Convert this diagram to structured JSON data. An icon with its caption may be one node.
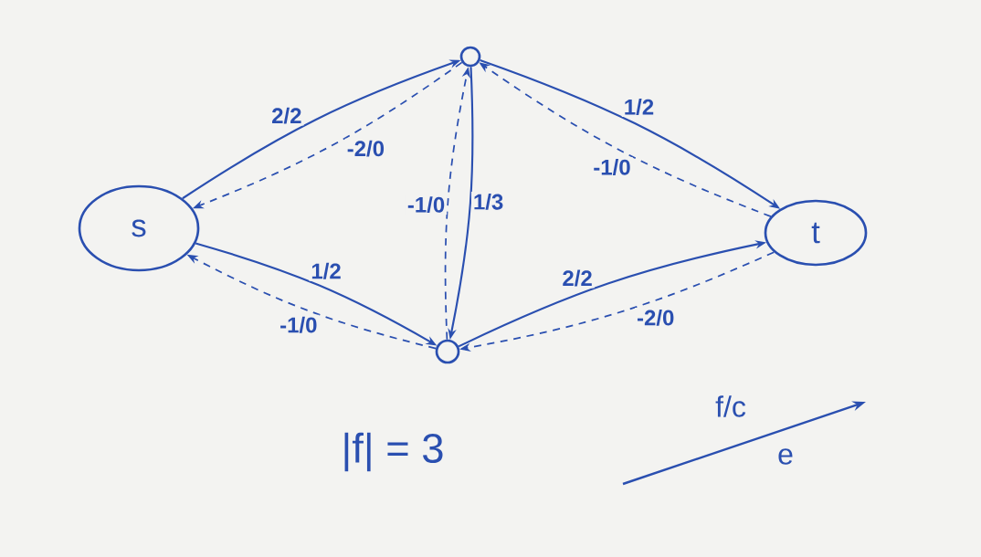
{
  "diagram": {
    "nodes": [
      {
        "text": [
          "s"
        ]
      },
      {
        "text": [],
        "shape": "circle"
      },
      {
        "text": [],
        "shape": "circle"
      },
      {
        "text": [
          "t"
        ]
      }
    ],
    "edges": [
      {
        "from": 0,
        "to": 1,
        "arrow": "to",
        "label": "2/2"
      },
      {
        "from": 1,
        "to": 0,
        "arrow": "to",
        "label": "-2/0",
        "style": "dashed"
      },
      {
        "from": 1,
        "to": 2,
        "arrow": "to",
        "label": "1/3"
      },
      {
        "from": 2,
        "to": 1,
        "arrow": "to",
        "label": "-1/0",
        "style": "dashed"
      },
      {
        "from": 1,
        "to": 3,
        "arrow": "to",
        "label": "1/2"
      },
      {
        "from": 3,
        "to": 1,
        "arrow": "to",
        "label": "-1/0",
        "style": "dashed"
      },
      {
        "from": 0,
        "to": 2,
        "arrow": "to",
        "label": "1/2"
      },
      {
        "from": 2,
        "to": 0,
        "arrow": "to",
        "label": "-1/0",
        "style": "dashed"
      },
      {
        "from": 2,
        "to": 3,
        "arrow": "to",
        "label": "2/2"
      },
      {
        "from": 3,
        "to": 2,
        "arrow": "to",
        "label": "-2/0",
        "style": "dashed"
      }
    ],
    "labels": [
      "|f| = 3",
      "f/c",
      "e"
    ]
  }
}
